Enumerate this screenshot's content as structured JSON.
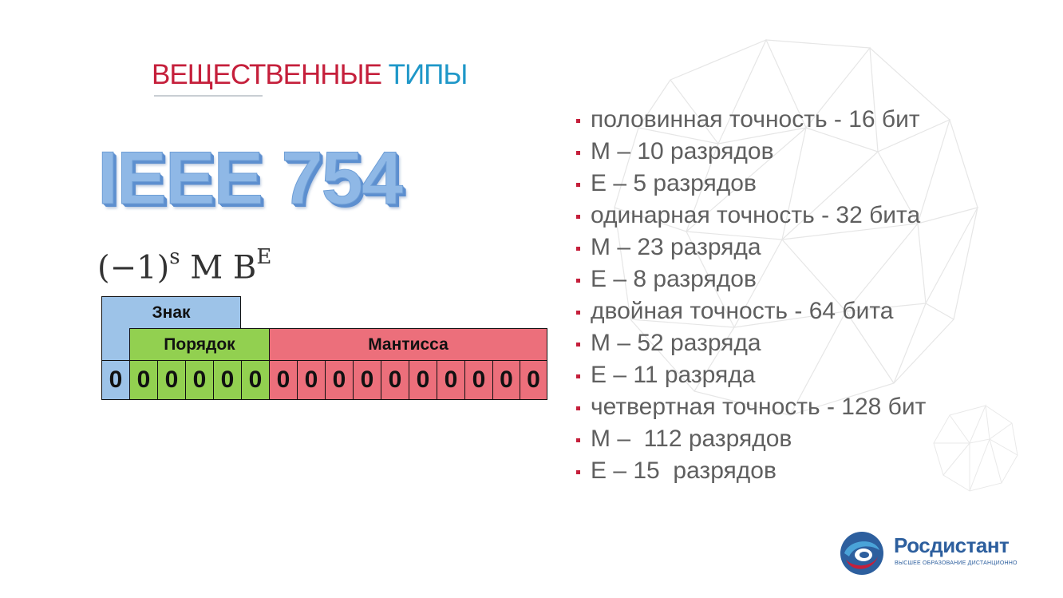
{
  "slide": {
    "title_part1": "ВЕЩЕСТВЕННЫЕ",
    "title_part2": " ТИПЫ",
    "heading": "IEEE 754",
    "formula_base": "(−1)",
    "formula_sign_exp": "s",
    "formula_mid": " M B",
    "formula_exp": "E"
  },
  "diagram": {
    "sign_label": "Знак",
    "exponent_label": "Порядок",
    "mantissa_label": "Мантисса",
    "sign_bits": [
      "0"
    ],
    "exponent_bits": [
      "0",
      "0",
      "0",
      "0",
      "0"
    ],
    "mantissa_bits": [
      "0",
      "0",
      "0",
      "0",
      "0",
      "0",
      "0",
      "0",
      "0",
      "0"
    ],
    "colors": {
      "sign": "#9dc3e8",
      "exponent": "#92d050",
      "mantissa": "#ec6f7b"
    }
  },
  "bullets": [
    "половинная точность - 16 бит",
    "М – 10 разрядов",
    "Е – 5 разрядов",
    "одинарная точность - 32 бита",
    "М – 23 разряда",
    "Е – 8 разрядов",
    "двойная точность - 64 бита",
    "М – 52 разряда",
    "Е – 11 разряда",
    "четвертная точность - 128 бит",
    "М –  112 разрядов",
    "Е – 15  разрядов"
  ],
  "brand": {
    "name": "Росдистант",
    "tagline": "ВЫСШЕЕ ОБРАЗОВАНИЕ ДИСТАНЦИОННО"
  },
  "colors": {
    "accent_red": "#c51f3b",
    "accent_blue": "#1e97c8",
    "brand_blue": "#2d5f9e"
  }
}
